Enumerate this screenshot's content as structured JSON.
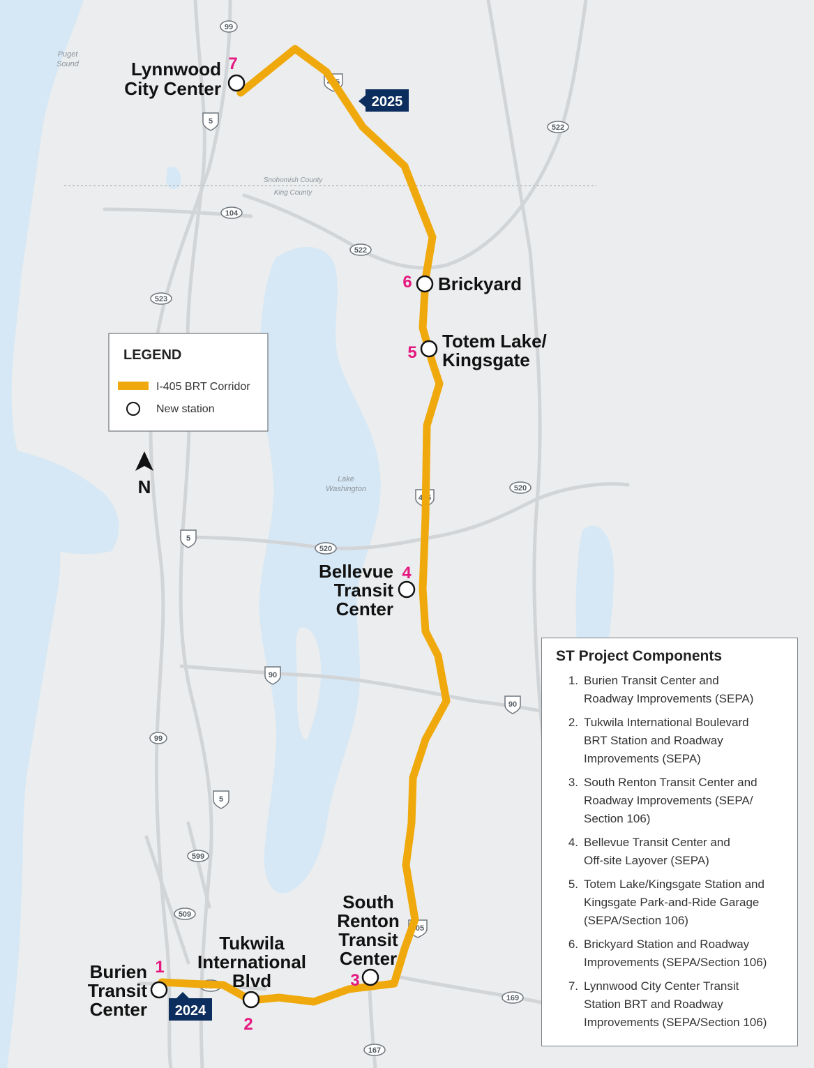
{
  "colors": {
    "water": "#d6e8f5",
    "land": "#ebedee",
    "road": "#d2d5d8",
    "corridor": "#f0a90c",
    "station_number": "#e5187f",
    "year_badge": "#0c2e5e"
  },
  "icons": [
    "north-arrow-icon",
    "station-circle-icon",
    "interstate-shield-icon",
    "state-route-shield-icon",
    "corridor-line-icon"
  ],
  "water_labels": {
    "puget_sound": [
      "Puget",
      "Sound"
    ],
    "lake_washington": [
      "Lake",
      "Washington"
    ]
  },
  "county_line": {
    "north": "Snohomish County",
    "south": "King County"
  },
  "year_badges": {
    "north": "2025",
    "south": "2024"
  },
  "north_label": "N",
  "legend": {
    "title": "LEGEND",
    "corridor_label": "I-405 BRT Corridor",
    "station_label": "New station"
  },
  "stations": [
    {
      "number": "1",
      "lines": [
        "Burien",
        "Transit",
        "Center"
      ]
    },
    {
      "number": "2",
      "lines": [
        "Tukwila",
        "International",
        "Blvd"
      ]
    },
    {
      "number": "3",
      "lines": [
        "South",
        "Renton",
        "Transit",
        "Center"
      ]
    },
    {
      "number": "4",
      "lines": [
        "Bellevue",
        "Transit",
        "Center"
      ]
    },
    {
      "number": "5",
      "lines": [
        "Totem Lake/",
        "Kingsgate"
      ]
    },
    {
      "number": "6",
      "lines": [
        "Brickyard"
      ]
    },
    {
      "number": "7",
      "lines": [
        "Lynnwood",
        "City Center"
      ]
    }
  ],
  "route_shields": [
    {
      "label": "99",
      "kind": "state"
    },
    {
      "label": "405",
      "kind": "interstate"
    },
    {
      "label": "5",
      "kind": "interstate"
    },
    {
      "label": "522",
      "kind": "state"
    },
    {
      "label": "104",
      "kind": "state"
    },
    {
      "label": "522",
      "kind": "state"
    },
    {
      "label": "523",
      "kind": "state"
    },
    {
      "label": "405",
      "kind": "interstate"
    },
    {
      "label": "520",
      "kind": "state"
    },
    {
      "label": "5",
      "kind": "interstate"
    },
    {
      "label": "520",
      "kind": "state"
    },
    {
      "label": "90",
      "kind": "interstate"
    },
    {
      "label": "90",
      "kind": "interstate"
    },
    {
      "label": "99",
      "kind": "state"
    },
    {
      "label": "5",
      "kind": "interstate"
    },
    {
      "label": "599",
      "kind": "state"
    },
    {
      "label": "509",
      "kind": "state"
    },
    {
      "label": "405",
      "kind": "interstate"
    },
    {
      "label": "518",
      "kind": "state"
    },
    {
      "label": "169",
      "kind": "state"
    },
    {
      "label": "167",
      "kind": "state"
    }
  ],
  "components": {
    "title": "ST Project Components",
    "items": [
      {
        "number": "1.",
        "lines": [
          "Burien Transit Center and",
          "Roadway Improvements (SEPA)"
        ]
      },
      {
        "number": "2.",
        "lines": [
          "Tukwila International Boulevard",
          "BRT Station and Roadway",
          "Improvements (SEPA)"
        ]
      },
      {
        "number": "3.",
        "lines": [
          "South Renton Transit Center and",
          "Roadway Improvements (SEPA/",
          "Section 106)"
        ]
      },
      {
        "number": "4.",
        "lines": [
          "Bellevue Transit Center and",
          "Off-site Layover (SEPA)"
        ]
      },
      {
        "number": "5.",
        "lines": [
          "Totem Lake/Kingsgate Station and",
          "Kingsgate Park-and-Ride Garage",
          "(SEPA/Section 106)"
        ]
      },
      {
        "number": "6.",
        "lines": [
          "Brickyard Station and Roadway",
          "Improvements (SEPA/Section 106)"
        ]
      },
      {
        "number": "7.",
        "lines": [
          "Lynnwood City Center Transit",
          "Station BRT and Roadway",
          "Improvements (SEPA/Section 106)"
        ]
      }
    ]
  }
}
